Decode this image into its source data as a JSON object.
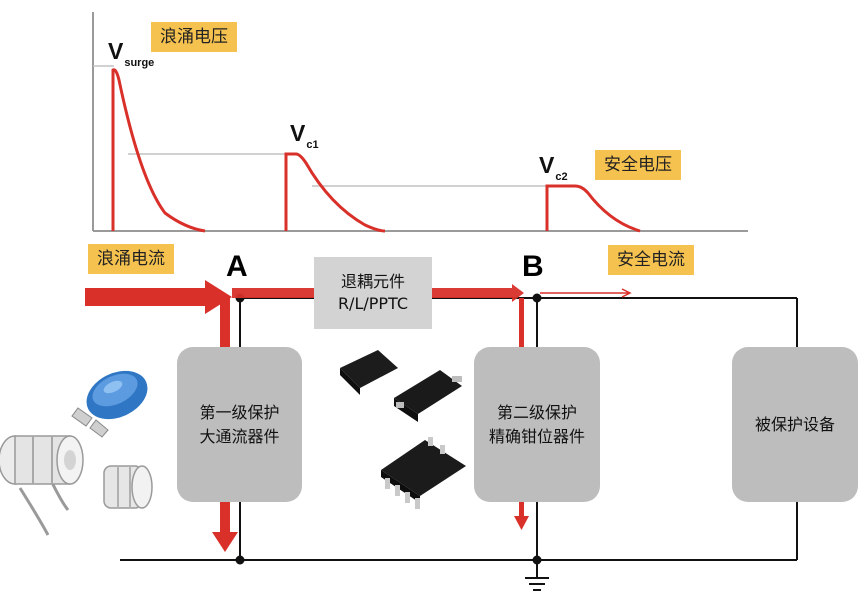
{
  "waveform": {
    "surge_voltage_tag": "浪涌电压",
    "safe_voltage_tag": "安全电压",
    "v_surge": {
      "main": "V",
      "sub": "surge"
    },
    "v_c1": {
      "main": "V",
      "sub": "c1"
    },
    "v_c2": {
      "main": "V",
      "sub": "c2"
    }
  },
  "current": {
    "surge_current_tag": "浪涌电流",
    "safe_current_tag": "安全电流"
  },
  "nodes": {
    "a": "A",
    "b": "B"
  },
  "decoupling": {
    "line1": "退耦元件",
    "line2": "R/L/PPTC"
  },
  "blocks": {
    "stage1": {
      "line1": "第一级保护",
      "line2": "大通流器件"
    },
    "stage2": {
      "line1": "第二级保护",
      "line2": "精确钳位器件"
    },
    "protected": {
      "line1": "被保护设备"
    }
  },
  "colors": {
    "surge_red": "#d9302a",
    "tag_orange": "#f6c24f",
    "block_gray": "#bdbdbd",
    "wire_black": "#111111"
  },
  "icons": [
    "varistor-icon",
    "gas-discharge-tube-icon",
    "sot23-package-icon",
    "soic8-package-icon",
    "ground-icon"
  ]
}
